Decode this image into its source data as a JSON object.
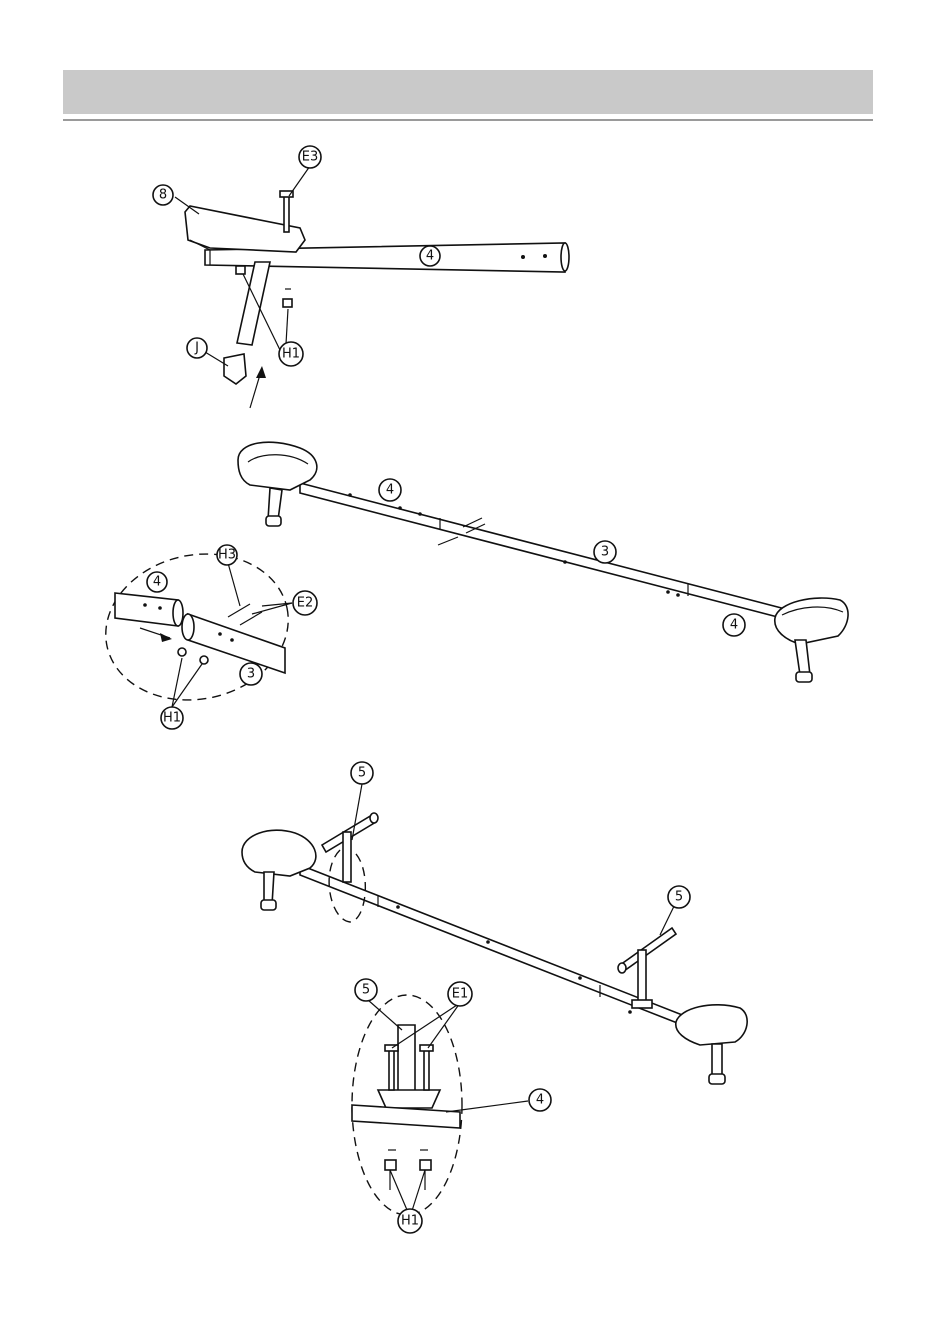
{
  "header": {
    "title": ""
  },
  "callouts": {
    "s1_e3": "E3",
    "s1_8": "8",
    "s1_4": "4",
    "s1_h1": "H1",
    "s1_j": "J",
    "s2_4a": "4",
    "s2_3": "3",
    "s2_4b": "4",
    "s2d_4": "4",
    "s2d_h3": "H3",
    "s2d_e2": "E2",
    "s2d_3": "3",
    "s2d_h1": "H1",
    "s3_5a": "5",
    "s3_5b": "5",
    "s3d_5": "5",
    "s3d_e1": "E1",
    "s3d_4": "4",
    "s3d_h1": "H1"
  },
  "colors": {
    "line": "#111111",
    "header": "#c9c9c9",
    "rule": "#9a9a9a"
  }
}
